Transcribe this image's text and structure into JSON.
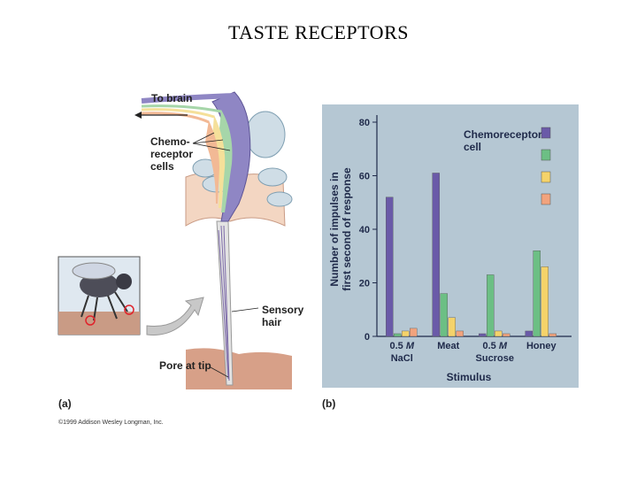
{
  "title": "TASTE RECEPTORS",
  "panel_a": {
    "tag": "(a)",
    "labels": {
      "to_brain": "To brain",
      "chemoreceptor_cells": [
        "Chemo-",
        "receptor",
        "cells"
      ],
      "sensory_hair": [
        "Sensory",
        "hair"
      ],
      "pore_at_tip": "Pore at tip"
    },
    "copyright": "©1999 Addison Wesley Longman, Inc."
  },
  "panel_b": {
    "tag": "(b)"
  },
  "chart_data": {
    "type": "bar",
    "ylabel": [
      "Number of impulses in",
      "first second of response"
    ],
    "xlabel": "Stimulus",
    "ylim": [
      0,
      80
    ],
    "yticks": [
      "0",
      "20",
      "40",
      "60",
      "80"
    ],
    "categories": [
      {
        "line1_prefix": "0.5 ",
        "line1_italic": "M",
        "line2": "NaCl"
      },
      {
        "line1_prefix": "Meat",
        "line1_italic": "",
        "line2": ""
      },
      {
        "line1_prefix": "0.5 ",
        "line1_italic": "M",
        "line2": "Sucrose"
      },
      {
        "line1_prefix": "Honey",
        "line1_italic": "",
        "line2": ""
      }
    ],
    "legend_title": [
      "Chemoreceptor",
      "cell"
    ],
    "series": [
      {
        "color": "#6a5aa8",
        "values": [
          52,
          61,
          1,
          2
        ]
      },
      {
        "color": "#6cbf84",
        "values": [
          1,
          16,
          23,
          32
        ]
      },
      {
        "color": "#f5d36a",
        "values": [
          2,
          7,
          2,
          26
        ]
      },
      {
        "color": "#f2a37d",
        "values": [
          3,
          2,
          1,
          1
        ]
      }
    ],
    "colors": {
      "plot_bg": "#b5c7d3",
      "text": "#1f2a4a"
    }
  }
}
